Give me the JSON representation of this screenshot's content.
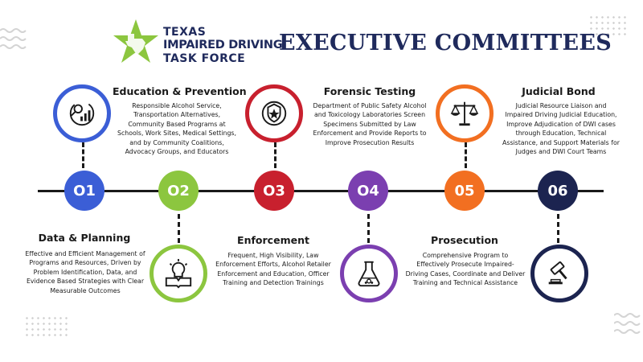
{
  "logo": {
    "line1": "TEXAS",
    "line2": "IMPAIRED DRIVING",
    "line3": "TASK FORCE"
  },
  "title": "EXECUTIVE COMMITTEES",
  "colors": {
    "navy": "#1f2a5c",
    "green": "#8cc63f",
    "blue": "#3b5ed6",
    "red": "#c8202e",
    "purple": "#7b3fb0",
    "orange": "#f26f21",
    "dark_navy": "#1c2450"
  },
  "steps": [
    {
      "number": "O1",
      "title": "Data & Planning",
      "description": "Effective and Efficient Management of\nPrograms and Resources, Driven by\nProblem Identification, Data, and\nEvidence Based Strategies with Clear\nMeasurable Outcomes",
      "icon": "data-analytics-icon"
    },
    {
      "number": "O2",
      "title": "Education & Prevention",
      "description": "Responsible Alcohol Service,\nTransportation Alternatives,\nCommunity Based Programs at\nSchools, Work Sites, Medical Settings,\nand by Community Coalitions,\nAdvocacy Groups, and Educators",
      "icon": "lightbulb-book-icon"
    },
    {
      "number": "O3",
      "title": "Enforcement",
      "description": "Frequent, High Visibility, Law\nEnforcement Efforts, Alcohol Retailer\nEnforcement and Education, Officer\nTraining and Detection Trainings",
      "icon": "police-badge-icon"
    },
    {
      "number": "O4",
      "title": "Forensic Testing",
      "description": "Department of Public Safety Alcohol\nand Toxicology Laboratories Screen\nSpecimens Submitted by Law\nEnforcement and Provide Reports to\nImprove Prosecution Results",
      "icon": "lab-flask-icon"
    },
    {
      "number": "05",
      "title": "Prosecution",
      "description": "Comprehensive Program to\nEffectively Prosecute Impaired-\nDriving Cases, Coordinate and Deliver\nTraining and Technical Assistance",
      "icon": "scales-of-justice-icon"
    },
    {
      "number": "06",
      "title": "Judicial Bond",
      "description": "Judicial Resource Liaison and\nImpaired Driving Judicial Education,\nImprove Adjudication of DWI cases\nthrough Education, Technical\nAssistance, and Support Materials for\nJudges and DWI Court Teams",
      "icon": "gavel-icon"
    }
  ]
}
